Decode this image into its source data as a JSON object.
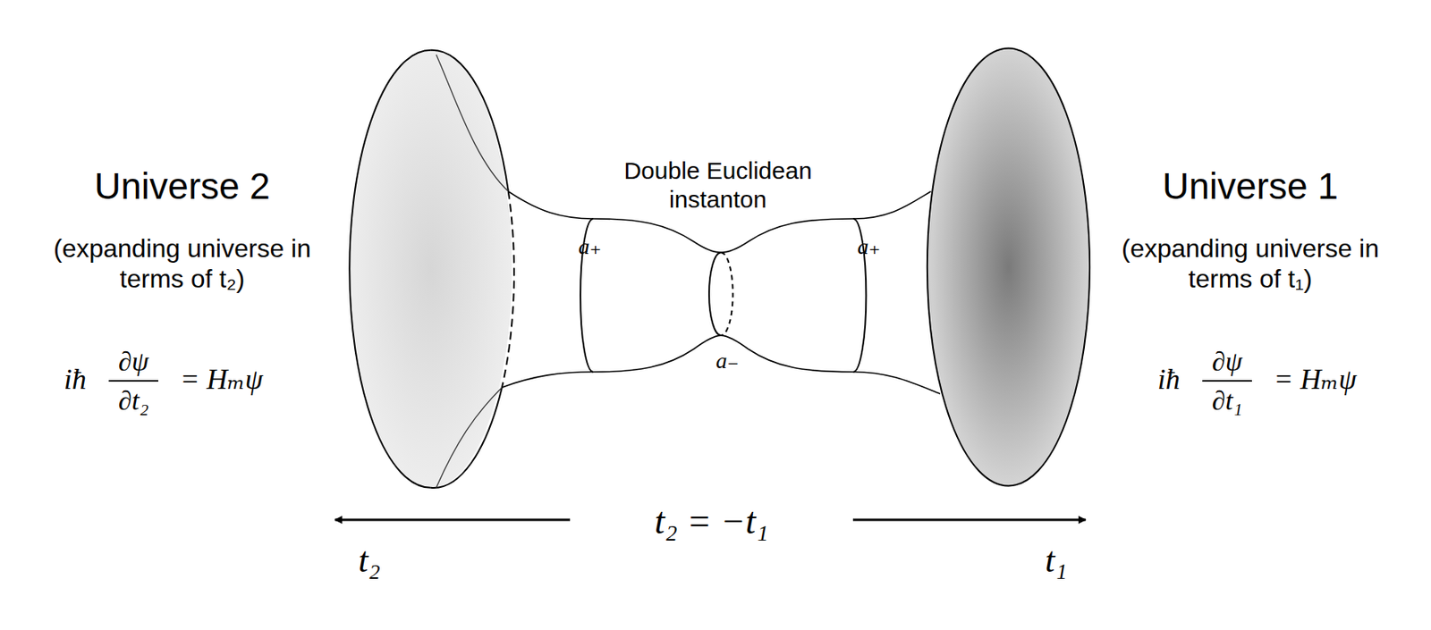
{
  "diagram": {
    "labels": [
      "Universe 2",
      "(expanding universe in terms of t₂)",
      "iħ",
      "∂ψ",
      "∂t₂",
      "= Hₘψ",
      "Double Euclidean instanton",
      "a₊",
      "a₊",
      "a₋",
      "Universe 1",
      "(expanding universe in terms of t₁)",
      "iħ",
      "∂ψ",
      "∂t₁",
      "= Hₘψ",
      "t₂ = −t₁",
      "t₂",
      "t₁"
    ]
  }
}
